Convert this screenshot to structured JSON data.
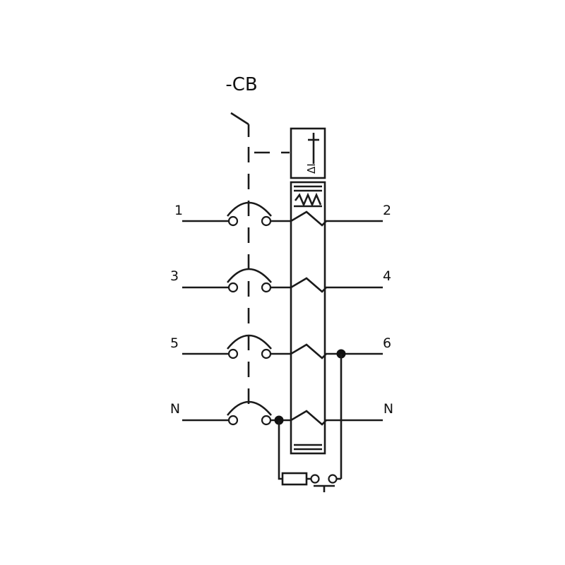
{
  "diagram": {
    "device_label": "-CB",
    "terminals_left": [
      "1",
      "3",
      "5",
      "N"
    ],
    "terminals_right": [
      "2",
      "4",
      "6",
      "N"
    ],
    "trip_unit_symbol": "ΔI",
    "colors": {
      "line": "#1a1a1a",
      "background": "#ffffff"
    }
  }
}
